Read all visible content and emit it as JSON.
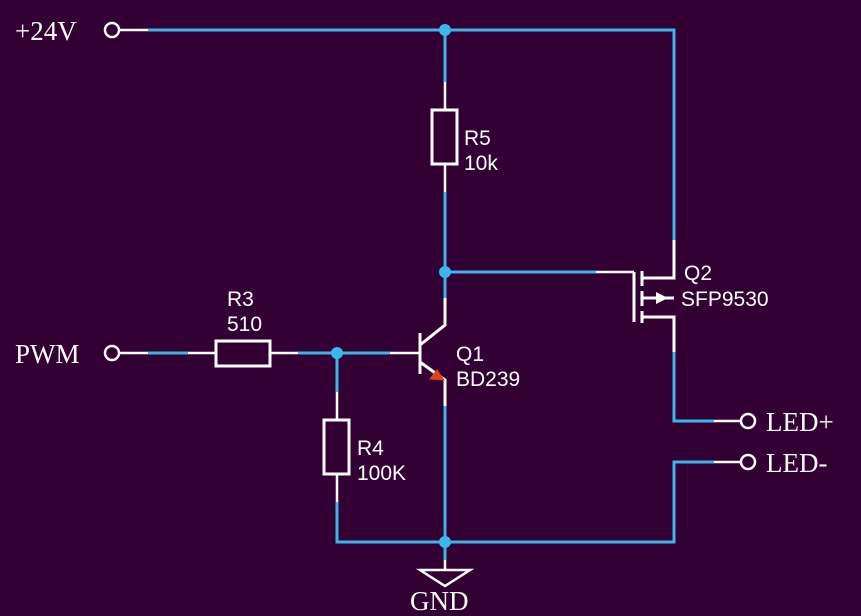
{
  "colors": {
    "background": "#330033",
    "wire": "#3cb6e8",
    "component": "#ffffff",
    "emitter_arrow": "#e0401a"
  },
  "ports": {
    "vplus": "+24V",
    "pwm": "PWM",
    "led_plus": "LED+",
    "led_minus": "LED-",
    "gnd": "GND"
  },
  "components": {
    "r3": {
      "ref": "R3",
      "value": "510"
    },
    "r4": {
      "ref": "R4",
      "value": "100K"
    },
    "r5": {
      "ref": "R5",
      "value": "10k"
    },
    "q1": {
      "ref": "Q1",
      "part": "BD239"
    },
    "q2": {
      "ref": "Q2",
      "part": "SFP9530"
    }
  }
}
